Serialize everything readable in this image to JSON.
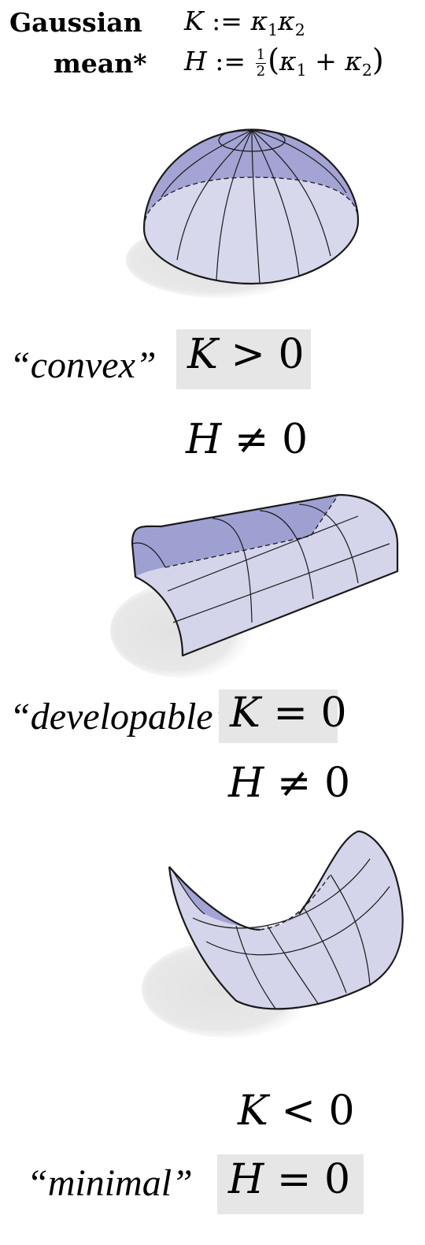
{
  "definitions": {
    "gaussian": {
      "name": "Gaussian",
      "lhs": "K",
      "assign": ":=",
      "kappa": "κ",
      "sub1": "1",
      "sub2": "2"
    },
    "mean": {
      "name": "mean*",
      "lhs": "H",
      "assign": ":=",
      "frac_num": "1",
      "frac_den": "2",
      "kappa": "κ",
      "sub1": "1",
      "plus": "+",
      "sub2": "2",
      "lparen": "(",
      "rparen": ")"
    }
  },
  "examples": [
    {
      "surface": "sphere-cap",
      "label": "“convex”",
      "k_var": "K",
      "k_rel": ">",
      "k_val": "0",
      "h_var": "H",
      "h_rel": "≠",
      "h_val": "0",
      "highlighted": "K"
    },
    {
      "surface": "cylinder",
      "label": "“developable”",
      "k_var": "K",
      "k_rel": "=",
      "k_val": "0",
      "h_var": "H",
      "h_rel": "≠",
      "h_val": "0",
      "highlighted": "K"
    },
    {
      "surface": "saddle",
      "label": "“minimal”",
      "k_var": "K",
      "k_rel": "<",
      "k_val": "0",
      "h_var": "H",
      "h_rel": "=",
      "h_val": "0",
      "highlighted": "H"
    }
  ],
  "colors": {
    "surface_fill": "#d4d5ea",
    "surface_inner": "#9fa0d2",
    "shadow": "#e6e6e6",
    "highlight_box": "#e6e6e6",
    "stroke": "#1a1a1a"
  }
}
